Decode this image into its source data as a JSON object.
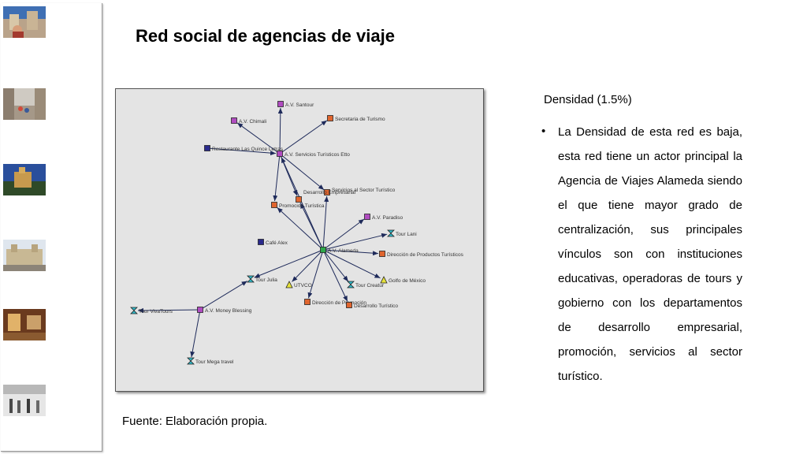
{
  "slide": {
    "title": "Red social de agencias de viaje",
    "caption": "Fuente: Elaboración propia.",
    "density_title": "Densidad (1.5%)",
    "bullet_char": "•",
    "bullet_text": "La Densidad de esta red es baja, esta red tiene un actor principal la Agencia de Viajes Alameda siendo el que tiene mayor grado de centralización, sus principales vínculos son con instituciones educativas, operadoras de tours y gobierno con los departamentos de desarrollo empresarial, promoción, servicios al sector turístico."
  },
  "network": {
    "nodes": [
      {
        "id": "santour",
        "label": "A.V. Santour",
        "shape": "square",
        "color": "#b04cc0"
      },
      {
        "id": "secretaria",
        "label": "Secretaria de Turismo",
        "shape": "square",
        "color": "#e0652e"
      },
      {
        "id": "chimali",
        "label": "A.V. Chimali",
        "shape": "square",
        "color": "#b04cc0"
      },
      {
        "id": "quince",
        "label": "Restaurante Las Quince Letras",
        "shape": "square",
        "color": "#2a2a8c"
      },
      {
        "id": "etto",
        "label": "A.V. Servicios Turísticos Etto",
        "shape": "square",
        "color": "#b04cc0"
      },
      {
        "id": "servicios",
        "label": "Servicios al Sector Turístico",
        "shape": "square",
        "color": "#e0652e"
      },
      {
        "id": "desarrollo",
        "label": "Desarrollo Empresarial",
        "shape": "square",
        "color": "#e0652e"
      },
      {
        "id": "promocion",
        "label": "Promoción Turística",
        "shape": "square",
        "color": "#e0652e"
      },
      {
        "id": "paraiso",
        "label": "A.V. Paradiso",
        "shape": "square",
        "color": "#b04cc0"
      },
      {
        "id": "lani",
        "label": "Tour Lani",
        "shape": "hourglass",
        "color": "#2fb8c8"
      },
      {
        "id": "cafe",
        "label": "Café Alex",
        "shape": "square",
        "color": "#2a2a8c"
      },
      {
        "id": "alameda",
        "label": "A.V. Alameda",
        "shape": "square",
        "color": "#2ea84a"
      },
      {
        "id": "dirproductos",
        "label": "Dirección de Productos Turísticos",
        "shape": "square",
        "color": "#e0652e"
      },
      {
        "id": "julia",
        "label": "Tour Julia",
        "shape": "hourglass",
        "color": "#2fb8c8"
      },
      {
        "id": "utvco",
        "label": "UTVCO",
        "shape": "triangle",
        "color": "#e6e23a"
      },
      {
        "id": "creatur",
        "label": "Tour Creatur",
        "shape": "hourglass",
        "color": "#2fb8c8"
      },
      {
        "id": "golfo",
        "label": "Golfo de México",
        "shape": "triangle",
        "color": "#e6e23a"
      },
      {
        "id": "dirpromocion",
        "label": "Dirección de Promoción",
        "shape": "square",
        "color": "#e0652e"
      },
      {
        "id": "desturistico",
        "label": "Desarrollo Turístico",
        "shape": "square",
        "color": "#e0652e"
      },
      {
        "id": "vivatours",
        "label": "Tour VivaTours",
        "shape": "hourglass",
        "color": "#2fb8c8"
      },
      {
        "id": "money",
        "label": "A.V. Money Blessing",
        "shape": "square",
        "color": "#b04cc0"
      },
      {
        "id": "mega",
        "label": "Tour Mega travel",
        "shape": "hourglass",
        "color": "#2fb8c8"
      }
    ],
    "edges": [
      {
        "from": "etto",
        "to": "santour"
      },
      {
        "from": "etto",
        "to": "secretaria"
      },
      {
        "from": "etto",
        "to": "chimali"
      },
      {
        "from": "quince",
        "to": "etto"
      },
      {
        "from": "etto",
        "to": "servicios"
      },
      {
        "from": "etto",
        "to": "desarrollo"
      },
      {
        "from": "etto",
        "to": "promocion"
      },
      {
        "from": "alameda",
        "to": "etto"
      },
      {
        "from": "alameda",
        "to": "promocion"
      },
      {
        "from": "alameda",
        "to": "servicios"
      },
      {
        "from": "alameda",
        "to": "desarrollo"
      },
      {
        "from": "alameda",
        "to": "paraiso"
      },
      {
        "from": "alameda",
        "to": "lani"
      },
      {
        "from": "alameda",
        "to": "dirproductos"
      },
      {
        "from": "alameda",
        "to": "julia"
      },
      {
        "from": "alameda",
        "to": "utvco"
      },
      {
        "from": "alameda",
        "to": "creatur"
      },
      {
        "from": "alameda",
        "to": "golfo"
      },
      {
        "from": "alameda",
        "to": "dirpromocion"
      },
      {
        "from": "alameda",
        "to": "desturistico"
      },
      {
        "from": "money",
        "to": "julia"
      },
      {
        "from": "money",
        "to": "vivatours"
      },
      {
        "from": "money",
        "to": "mega"
      }
    ]
  }
}
